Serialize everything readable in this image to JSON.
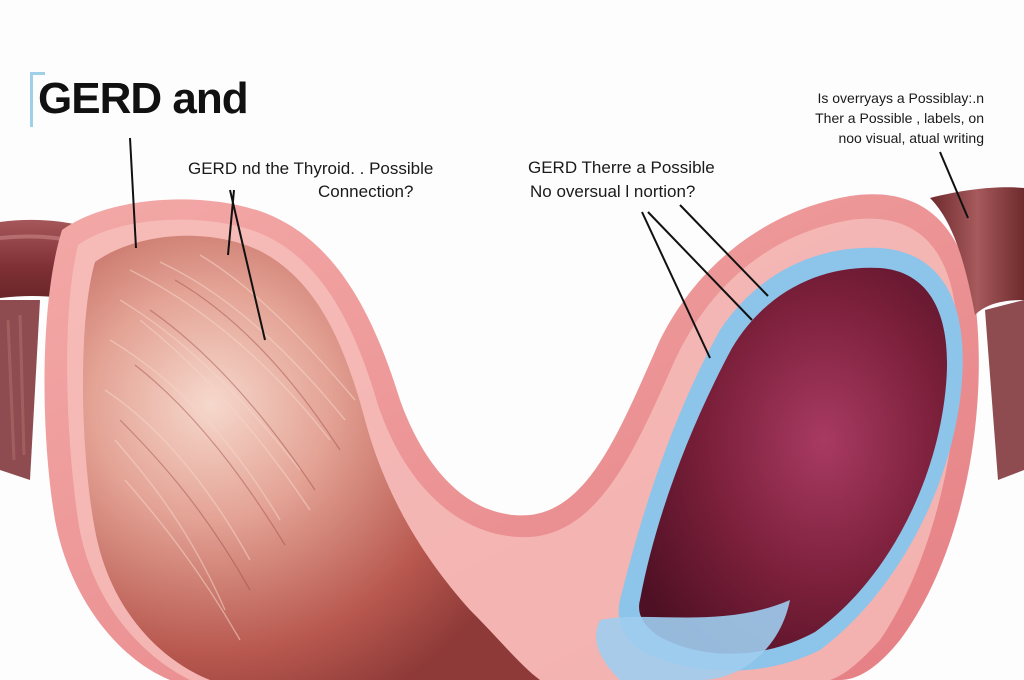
{
  "title": "GERD and",
  "labels": {
    "left_line1": "GERD nd the Thyroid. . Possible",
    "left_line2": "Connection?",
    "mid_line1": "GERD Therre a Possible",
    "mid_line2": "No oversual l nortion?",
    "right_lines": [
      "Is overryays a Possiblay:.n",
      "Ther a Possible , labels, on",
      "noo visual, atual writing"
    ]
  },
  "colors": {
    "tissue_outer": "#e88a8c",
    "tissue_light": "#f4b6b4",
    "muscle": "#c96a60",
    "muscle_highlight": "#f2cfc4",
    "lumen": "#7a1f3a",
    "mucosa_blue": "#8cc4ea",
    "tube": "#8b3b3e"
  }
}
